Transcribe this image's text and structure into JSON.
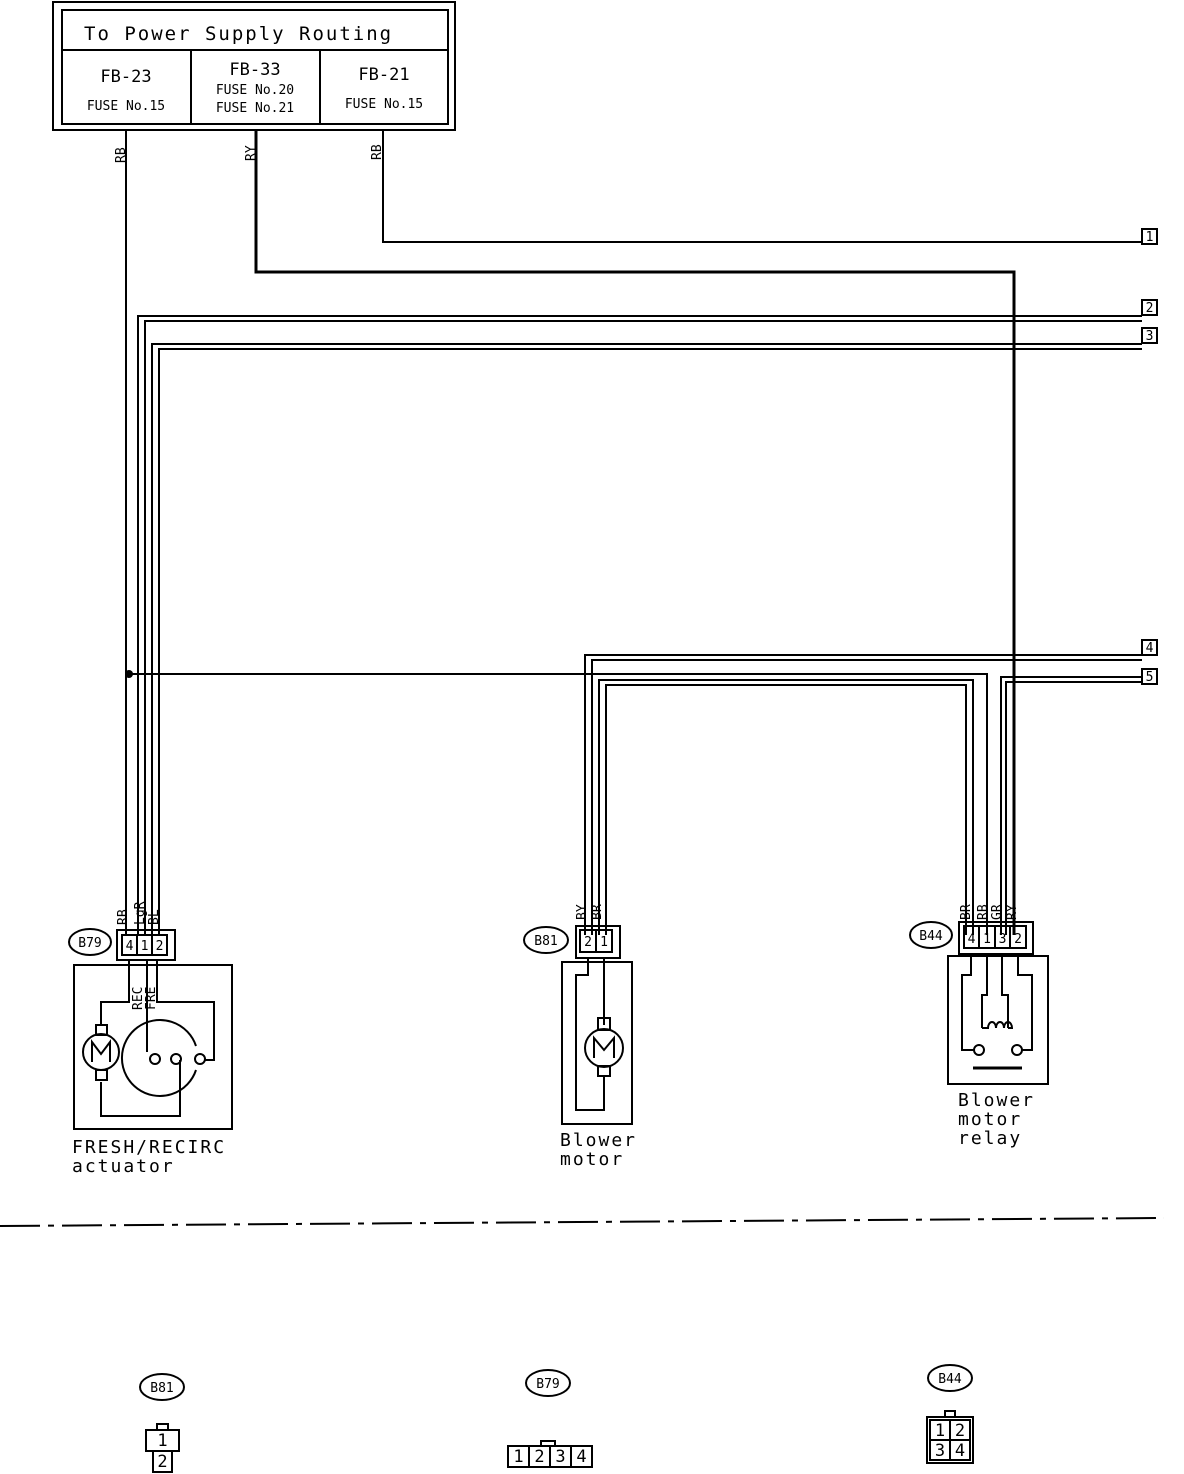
{
  "header": {
    "title": "To Power Supply Routing",
    "cells": [
      {
        "name": "FB-23",
        "fuse": "FUSE No.15"
      },
      {
        "name": "FB-33",
        "fuse": "FUSE No.20",
        "fuse2": "FUSE No.21"
      },
      {
        "name": "FB-21",
        "fuse": "FUSE No.15"
      }
    ]
  },
  "wires": {
    "w1": "RB",
    "w2": "RY",
    "w3": "RB"
  },
  "terminals": [
    "1",
    "2",
    "3",
    "4",
    "5"
  ],
  "components": {
    "actuator": {
      "connector": "B79",
      "wire_labels": [
        "RB",
        "LgR",
        "BL"
      ],
      "pins": [
        "4",
        "1",
        "2"
      ],
      "internal": [
        "REC",
        "FRE"
      ],
      "label1": "FRESH/RECIRC",
      "label2": "actuator"
    },
    "blower": {
      "connector": "B81",
      "wire_labels": [
        "BY",
        "BR"
      ],
      "pins": [
        "2",
        "1"
      ],
      "label1": "Blower",
      "label2": "motor"
    },
    "relay": {
      "connector": "B44",
      "wire_labels": [
        "BR",
        "RB",
        "GR",
        "RY"
      ],
      "pins": [
        "4",
        "1",
        "3",
        "2"
      ],
      "label1": "Blower",
      "label2": "motor",
      "label3": "relay"
    }
  },
  "connector_views": [
    {
      "id": "B81",
      "pins": [
        "1",
        "2"
      ]
    },
    {
      "id": "B79",
      "pins": [
        "1",
        "2",
        "3",
        "4"
      ]
    },
    {
      "id": "B44",
      "pins": [
        "1",
        "2",
        "3",
        "4"
      ]
    }
  ]
}
